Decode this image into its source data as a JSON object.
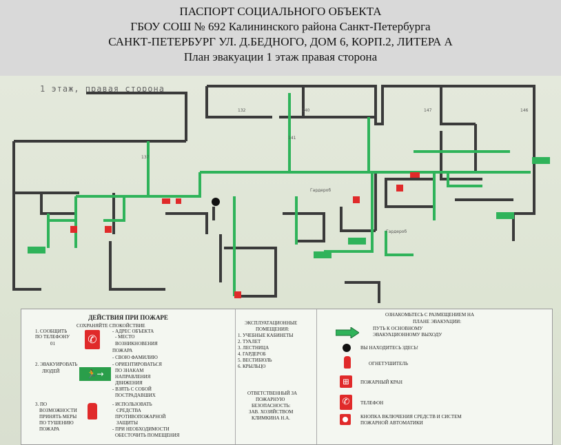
{
  "header": {
    "line1": "ПАСПОРТ СОЦИАЛЬНОГО ОБЪЕКТА",
    "line2": "ГБОУ СОШ № 692 Калининского района Санкт-Петербурга",
    "line3": "САНКТ-ПЕТЕРБУРГ УЛ. Д.БЕДНОГО, ДОМ 6, КОРП.2, ЛИТЕРА А",
    "line4": "План эвакуации 1 этаж правая сторона"
  },
  "plan": {
    "caption": "1 этаж, правая сторона",
    "rooms": [
      "132",
      "140",
      "147",
      "146",
      "141",
      "137",
      "Гардероб",
      "Гардероб"
    ]
  },
  "legend": {
    "actions_title": "ДЕЙСТВИЯ ПРИ ПОЖАРЕ",
    "keep_calm": "СОХРАНЯЙТЕ СПОКОЙСТВИЕ",
    "step1_a": "1. СООБЩИТЬ",
    "step1_b": "ПО ТЕЛЕФОНУ",
    "step1_c": "01",
    "step1_r1": "- АДРЕС ОБЪЕКТА",
    "step1_r2": "- МЕСТО",
    "step1_r3": "ВОЗНИКНОВЕНИЯ",
    "step1_r4": "ПОЖАРА",
    "step1_r5": "- СВОЮ ФАМИЛИЮ",
    "step2_a": "2. ЭВАКУИРОВАТЬ",
    "step2_b": "ЛЮДЕЙ",
    "step2_r1": "- ОРИЕНТИРОВАТЬСЯ",
    "step2_r2": "ПО ЗНАКАМ",
    "step2_r3": "НАПРАВЛЕНИЯ",
    "step2_r4": "ДВИЖЕНИЯ",
    "step2_r5": "- ВЗЯТЬ С СОБОЙ",
    "step2_r6": "ПОСТРАДАВШИХ",
    "step3_a": "3. ПО",
    "step3_b": "ВОЗМОЖНОСТИ",
    "step3_c": "ПРИНЯТЬ МЕРЫ",
    "step3_d": "ПО ТУШЕНИЮ",
    "step3_e": "ПОЖАРА",
    "step3_r1": "- ИСПОЛЬЗОВАТЬ",
    "step3_r2": "СРЕДСТВА",
    "step3_r3": "ПРОТИВОПОЖАРНОЙ",
    "step3_r4": "ЗАЩИТЫ",
    "step3_r5": "- ПРИ НЕОБХОДИМОСТИ",
    "step3_r6": "ОБЕСТОЧИТЬ ПОМЕЩЕНИЯ",
    "rooms_title1": "ЭКСПЛУАТАЦИОННЫЕ",
    "rooms_title2": "ПОМЕЩЕНИЯ:",
    "room1": "1. УЧЕБНЫЕ КАБИНЕТЫ",
    "room2": "2. ТУАЛЕТ",
    "room3": "3. ЛЕСТНИЦА",
    "room4": "4. ГАРДЕРОБ",
    "room5": "5. ВЕСТИБЮЛЬ",
    "room6": "6. КРЫЛЬЦО",
    "resp1": "ОТВЕТСТВЕННЫЙ ЗА",
    "resp2": "ПОЖАРНУЮ",
    "resp3": "БЕЗОПАСНОСТЬ:",
    "resp4": "ЗАВ. ХОЗЯЙСТВОМ",
    "resp5": "КЛИМКИНА Н.А.",
    "sym_title1": "ОЗНАКОМЬТЕСЬ С РАЗМЕЩЕНИЕМ НА",
    "sym_title2": "ПЛАНЕ ЭВАКУАЦИИ:",
    "path1": "ПУТЬ К ОСНОВНОМУ",
    "path2": "ЭВАКУАЦИОННОМУ ВЫХОДУ",
    "here": "ВЫ НАХОДИТЕСЬ ЗДЕСЬ!",
    "extinguisher": "ОГНЕТУШИТЕЛЬ",
    "hydrant": "ПОЖАРНЫЙ КРАН",
    "phone": "ТЕЛЕФОН",
    "alarm1": "КНОПКА ВКЛЮЧЕНИЯ СРЕДСТВ И СИСТЕМ",
    "alarm2": "ПОЖАРНОЙ АВТОМАТИКИ"
  },
  "colors": {
    "evac_path": "#2fb35a",
    "walls": "#3a3a3a",
    "fire_red": "#e02a2a"
  }
}
